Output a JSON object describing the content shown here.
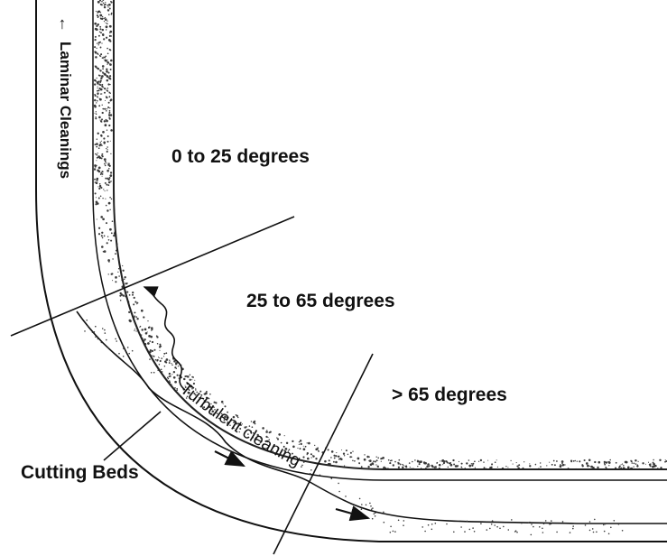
{
  "labels": {
    "region_low": "0 to 25 degrees",
    "region_mid": "25 to 65 degrees",
    "region_high": "> 65 degrees",
    "laminar": "Laminar Cleanings",
    "turbulent": "Turbulent cleaning",
    "cutting_beds": "Cutting Beds"
  },
  "colors": {
    "ink": "#111111",
    "speckle": "#3a3a3a"
  },
  "icons": {
    "laminar_arrow": "arrow-up-icon",
    "flow_arrows": "arrow-right-icon",
    "turbulent_wave": "wavy-arrow-icon"
  }
}
